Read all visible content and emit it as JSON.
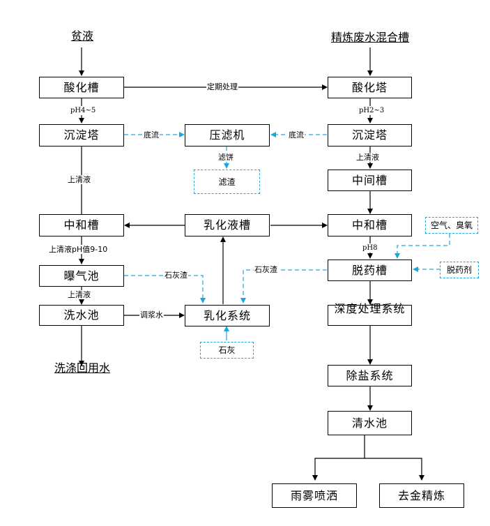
{
  "diagram": {
    "sources": {
      "poor_liquid": "贫液",
      "refining_wastewater_tank": "精炼废水混合槽",
      "washing_reuse_water": "洗涤回用水"
    },
    "left_column": {
      "acidification_tank": "酸化槽",
      "sedimentation_tower": "沉淀塔",
      "neutralization_tank": "中和槽",
      "aeration_pool": "曝气池",
      "washing_pool": "洗水池"
    },
    "middle_column": {
      "filter_press": "压滤机",
      "filter_residue": "滤渣",
      "emulsion_tank": "乳化液槽",
      "emulsification_system": "乳化系统",
      "lime": "石灰"
    },
    "right_column": {
      "acidification_tower": "酸化塔",
      "sedimentation_tower": "沉淀塔",
      "intermediate_tank": "中间槽",
      "neutralization_tank": "中和槽",
      "stripping_tank": "脱药槽",
      "deep_treatment_system": "深度处理系统",
      "desalination_system": "除盐系统",
      "clear_water_pool": "清水池",
      "mist_spray": "雨雾喷洒",
      "gold_refining": "去金精炼"
    },
    "side_inputs": {
      "air_ozone": "空气、臭氧",
      "stripping_agent": "脱药剂"
    },
    "edge_labels": {
      "periodic_treatment": "定期处理",
      "ph_4_5": "pH4~5",
      "ph_2_3": "pH2~3",
      "underflow_left": "底流",
      "underflow_right": "底流",
      "filter_cake": "滤饼",
      "supernatant_left": "上清液",
      "supernatant_right": "上清液",
      "supernatant_ph": "上清液pH值9-10",
      "supernatant_aeration": "上清液",
      "ph_8": "pH8",
      "lime_residue_left": "石灰渣",
      "lime_residue_right": "石灰渣",
      "slurry_water": "调浆水"
    },
    "colors": {
      "solid_line": "#000000",
      "dashed_line": "#1aa7e0"
    }
  }
}
